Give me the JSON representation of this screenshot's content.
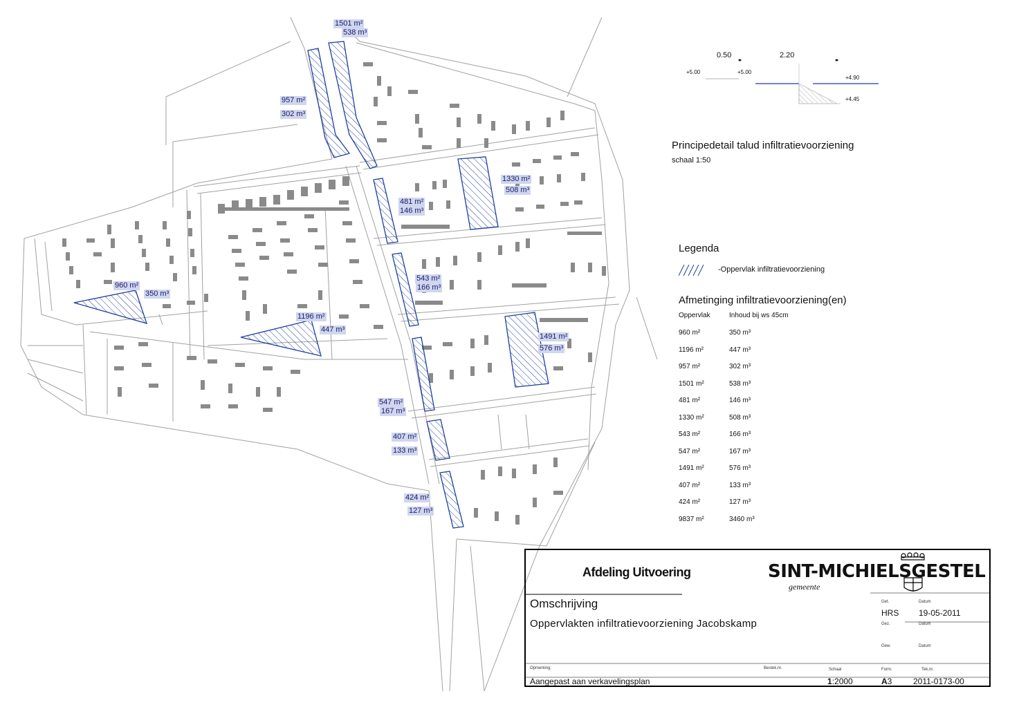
{
  "colors": {
    "basin_stroke": "#1f3fa0",
    "label_bg": "#cfd6ee",
    "building": "#8a8a8a",
    "lines": "#9a9a9a"
  },
  "map_labels": [
    {
      "id": "b1501",
      "area": "1501 m²",
      "volume": "538 m³"
    },
    {
      "id": "b957",
      "area": "957 m²",
      "volume": "302 m³"
    },
    {
      "id": "b1330",
      "area": "1330 m²",
      "volume": "508 m³"
    },
    {
      "id": "b481",
      "area": "481 m²",
      "volume": "146 m³"
    },
    {
      "id": "b960",
      "area": "960 m²",
      "volume": "350 m³"
    },
    {
      "id": "b543",
      "area": "543 m²",
      "volume": "166 m³"
    },
    {
      "id": "b1196",
      "area": "1196 m²",
      "volume": "447 m³"
    },
    {
      "id": "b1491",
      "area": "1491 m²",
      "volume": "576 m³"
    },
    {
      "id": "b547",
      "area": "547 m²",
      "volume": "167 m³"
    },
    {
      "id": "b407",
      "area": "407 m²",
      "volume": "133 m³"
    },
    {
      "id": "b424",
      "area": "424 m²",
      "volume": "127 m³"
    }
  ],
  "detail": {
    "title": "Principedetail talud infiltratievoorziening",
    "scale": "schaal 1:50",
    "dim_left": "0.50",
    "dim_right": "2.20",
    "levels": [
      "+5.00",
      "+5.00",
      "+4.90",
      "+4.45"
    ]
  },
  "legend": {
    "title": "Legenda",
    "item": "-Oppervlak infiltratievoorziening"
  },
  "dimensions": {
    "title": "Afmetinging infiltratievoorziening(en)",
    "col_area": "Oppervlak",
    "col_volume": "Inhoud bij ws 45cm",
    "rows": [
      {
        "area": "960 m²",
        "volume": "350 m³"
      },
      {
        "area": "1196 m²",
        "volume": "447 m³"
      },
      {
        "area": "957 m²",
        "volume": "302 m³"
      },
      {
        "area": "1501 m²",
        "volume": "538 m³"
      },
      {
        "area": "481 m²",
        "volume": "146 m³"
      },
      {
        "area": "1330 m²",
        "volume": "508 m³"
      },
      {
        "area": "543 m²",
        "volume": "166 m³"
      },
      {
        "area": "547 m²",
        "volume": "167 m³"
      },
      {
        "area": "1491 m²",
        "volume": "576 m³"
      },
      {
        "area": "407 m²",
        "volume": "133 m³"
      },
      {
        "area": "424 m²",
        "volume": "127 m³"
      },
      {
        "area": "9837 m²",
        "volume": "3460 m³"
      }
    ]
  },
  "titleblock": {
    "department": "Afdeling Uitvoering",
    "organisation": "SINT-MICHIELSGESTEL",
    "organisation_sub": "gemeente",
    "omschrijving_label": "Omschrijving",
    "description": "Oppervlakten infiltratievoorziening Jacobskamp",
    "get_label": "Get.",
    "get_value": "HRS",
    "datum_label": "Datum",
    "datum_value": "19-05-2011",
    "gez_label": "Gez.",
    "gew_label": "Gew.",
    "opmerking_label": "Opmerking:",
    "opmerking_value": "Aangepast aan verkavelingsplan",
    "bestek_label": "Bestek.nr.",
    "schaal_label": "Schaal",
    "schaal_bold": "1",
    "schaal_rest": ":2000",
    "form_label": "Form.",
    "form_bold": "A",
    "form_rest": "3",
    "teknr_label": "Tek.nr.",
    "teknr_value": "2011-0173-00"
  }
}
